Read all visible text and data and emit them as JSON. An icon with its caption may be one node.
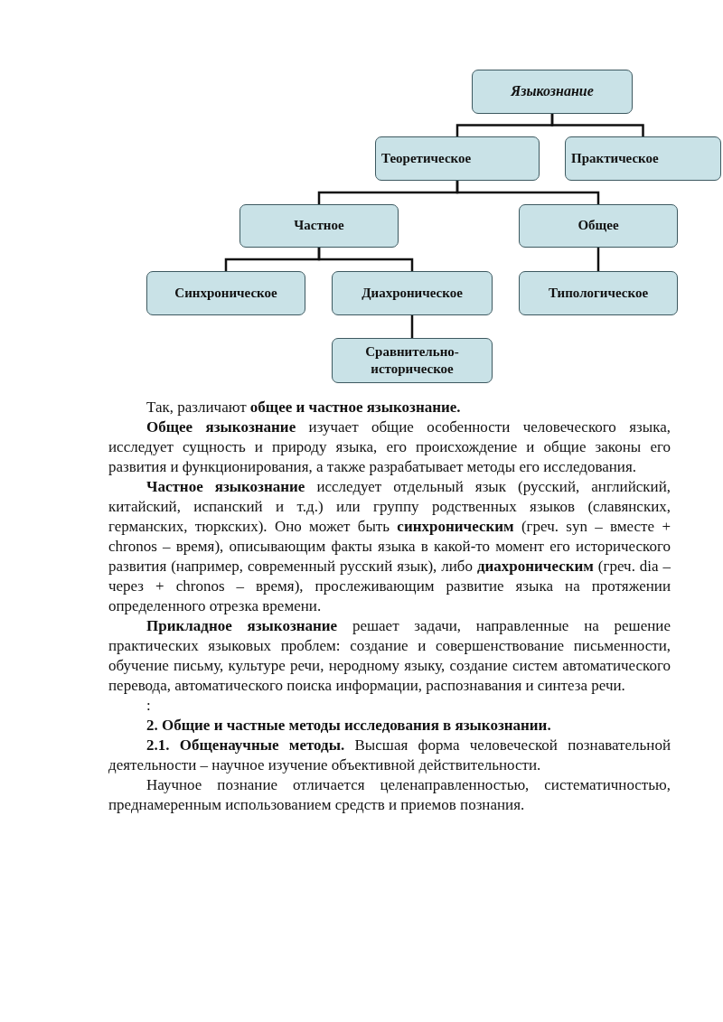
{
  "diagram": {
    "nodes": [
      {
        "text": [
          "Языкознание"
        ]
      },
      {
        "text": [
          "Теоретическое"
        ]
      },
      {
        "text": [
          "Практическое"
        ]
      },
      {
        "text": [
          "Частное"
        ]
      },
      {
        "text": [
          "Общее"
        ]
      },
      {
        "text": [
          "Синхроническое"
        ]
      },
      {
        "text": [
          "Диахроническое"
        ]
      },
      {
        "text": [
          "Типологическое"
        ]
      },
      {
        "text": [
          "Сравнительно-историческое"
        ]
      }
    ],
    "edges": [
      {
        "from": 0,
        "to": 1,
        "arrow": "none"
      },
      {
        "from": 0,
        "to": 2,
        "arrow": "none"
      },
      {
        "from": 1,
        "to": 3,
        "arrow": "none"
      },
      {
        "from": 1,
        "to": 4,
        "arrow": "none"
      },
      {
        "from": 3,
        "to": 5,
        "arrow": "none"
      },
      {
        "from": 3,
        "to": 6,
        "arrow": "none"
      },
      {
        "from": 4,
        "to": 7,
        "arrow": "none"
      },
      {
        "from": 6,
        "to": 8,
        "arrow": "none"
      }
    ],
    "labels": [
      "Так, различают **общее и частное языкознание.**",
      "**Общее языкознание** изучает общие особенности человеческого языка, исследует сущность и природу языка, его происхождение и общие законы его развития и функционирования, а также разрабатывает методы его исследования.",
      "**Частное языкознание** исследует отдельный язык (русский, английский, китайский, испанский и т.д.) или группу родственных языков (славянских, германских, тюркских). Оно может быть **синхроническим** (греч. syn – вместе + chronos – время), описывающим факты языка в какой-то момент его исторического развития (например, современный русский язык), либо **диахроническим** (греч. dia – через + chronos – время), прослеживающим развитие языка на протяжении определенного отрезка времени.",
      "**Прикладное языкознание** решает задачи, направленные на решение практических языковых проблем: создание и совершенствование письменности, обучение письму, культуре речи, неродному языку, создание систем автоматического перевода, автоматического поиска информации, распознавания и синтеза речи.",
      ":",
      "2. Общие и частные методы исследования в языкознании.",
      "**2.1. Общенаучные методы.** Высшая форма человеческой познавательной деятельности – научное изучение объективной действительности.",
      "Научное познание отличается целенаправленностью, систематичностью, преднамеренным использованием средств и приемов познания."
    ]
  }
}
